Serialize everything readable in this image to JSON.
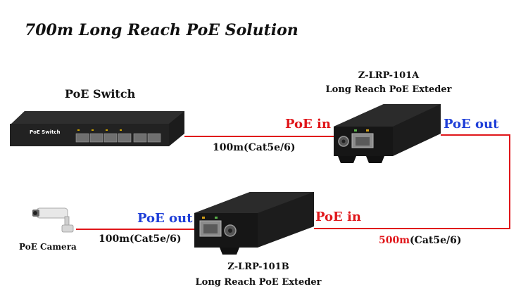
{
  "title": "700m Long Reach PoE Solution",
  "switch": {
    "label": "PoE Switch",
    "device_text": "PoE Switch"
  },
  "extender_a": {
    "model": "Z-LRP-101A",
    "name": "Long Reach PoE Exteder"
  },
  "extender_b": {
    "model": "Z-LRP-101B",
    "name": "Long Reach PoE Exteder"
  },
  "camera": {
    "label": "PoE Camera"
  },
  "ports": {
    "a_in": "PoE in",
    "a_out": "PoE out",
    "b_in": "PoE in",
    "b_out": "PoE out"
  },
  "cables": {
    "switch_to_a": "100m(Cat5e/6)",
    "a_to_b_len": "500m",
    "a_to_b_type": "(Cat5e/6)",
    "b_to_camera": "100m(Cat5e/6)"
  },
  "colors": {
    "cable": "#e0161a",
    "poe_in": "#e0161a",
    "poe_out": "#1f3fd8",
    "device": "#1c1c1c"
  }
}
